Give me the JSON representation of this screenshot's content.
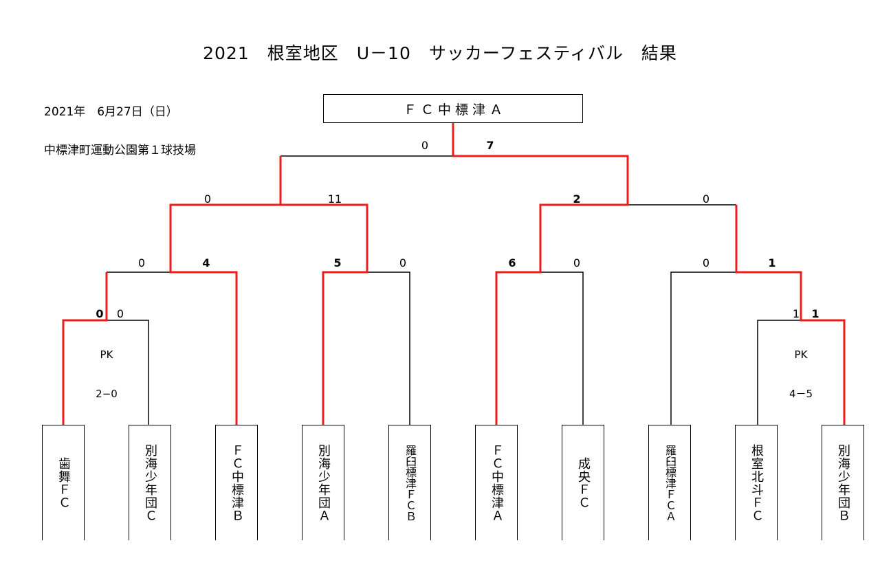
{
  "title": "2021　根室地区　U－10　サッカーフェスティバル　結果",
  "date": "2021年　6月27日（日）",
  "venue": "中標津町運動公園第１球技場",
  "champion": "Ｆ Ｃ 中 標 津 Ａ",
  "teams": [
    {
      "name": "歯舞ＦＣ"
    },
    {
      "name": "別海少年団Ｃ"
    },
    {
      "name": "ＦＣ中標津Ｂ"
    },
    {
      "name": "別海少年団Ａ"
    },
    {
      "name": "羅臼標津ＦＣＢ"
    },
    {
      "name": "ＦＣ中標津Ａ"
    },
    {
      "name": "成央ＦＣ"
    },
    {
      "name": "羅臼標津ＦＣＡ"
    },
    {
      "name": "根室北斗ＦＣ"
    },
    {
      "name": "別海少年団Ｂ"
    }
  ],
  "scores": [
    {
      "value": "0",
      "bold": true
    },
    {
      "value": "0",
      "bold": false
    },
    {
      "value": "1",
      "bold": false
    },
    {
      "value": "1",
      "bold": true
    },
    {
      "value": "0",
      "bold": false
    },
    {
      "value": "4",
      "bold": true
    },
    {
      "value": "5",
      "bold": true
    },
    {
      "value": "0",
      "bold": false
    },
    {
      "value": "6",
      "bold": true
    },
    {
      "value": "0",
      "bold": false
    },
    {
      "value": "0",
      "bold": false
    },
    {
      "value": "1",
      "bold": true
    },
    {
      "value": "0",
      "bold": false
    },
    {
      "value": "11",
      "bold": false
    },
    {
      "value": "2",
      "bold": true
    },
    {
      "value": "0",
      "bold": false
    },
    {
      "value": "0",
      "bold": false
    },
    {
      "value": "7",
      "bold": true
    }
  ],
  "pk": [
    {
      "label": "PK",
      "result": "2−0"
    },
    {
      "label": "PK",
      "result": "4－5"
    }
  ],
  "colors": {
    "winner_line": "#ee1c1c",
    "line": "#000000"
  }
}
